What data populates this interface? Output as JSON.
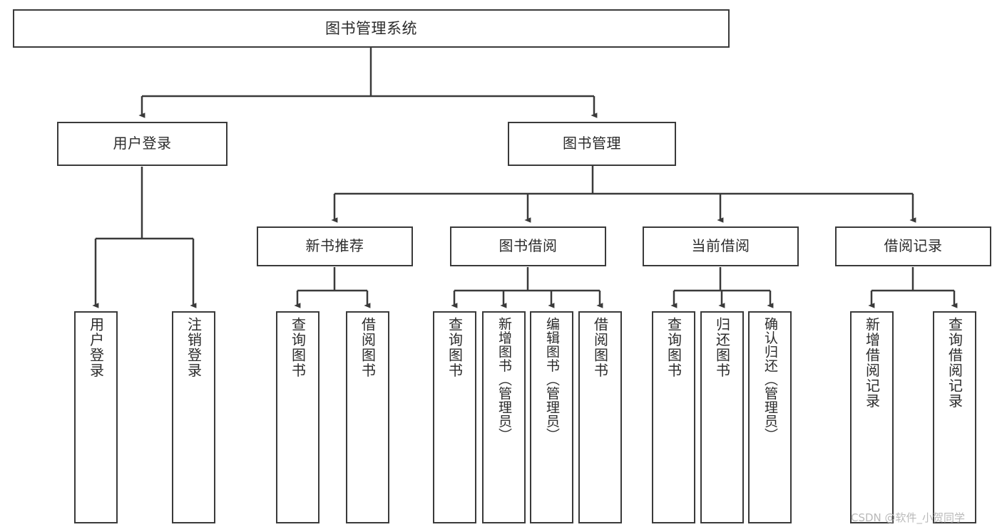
{
  "diagram": {
    "title": "图书管理系统",
    "type": "tree",
    "watermark": "CSDN @软件_小贺同学",
    "colors": {
      "stroke": "#3a3a3a",
      "fill": "#ffffff",
      "text": "#2b2b2b",
      "watermark": "#b9b9b9"
    },
    "root": {
      "label": "图书管理系统"
    },
    "level1": [
      {
        "label": "用户登录"
      },
      {
        "label": "图书管理"
      }
    ],
    "level2": [
      {
        "label": "新书推荐"
      },
      {
        "label": "图书借阅"
      },
      {
        "label": "当前借阅"
      },
      {
        "label": "借阅记录"
      }
    ],
    "leaves": {
      "user_login": [
        {
          "label": "用户登录"
        },
        {
          "label": "注销登录"
        }
      ],
      "new_book_recommend": [
        {
          "label": "查询图书"
        },
        {
          "label": "借阅图书"
        }
      ],
      "book_borrow": [
        {
          "label": "查询图书"
        },
        {
          "label": "新增图书（管理员）"
        },
        {
          "label": "编辑图书（管理员）"
        },
        {
          "label": "借阅图书"
        }
      ],
      "current_borrow": [
        {
          "label": "查询图书"
        },
        {
          "label": "归还图书"
        },
        {
          "label": "确认归还（管理员）"
        }
      ],
      "borrow_record": [
        {
          "label": "新增借阅记录"
        },
        {
          "label": "查询借阅记录"
        }
      ]
    }
  }
}
